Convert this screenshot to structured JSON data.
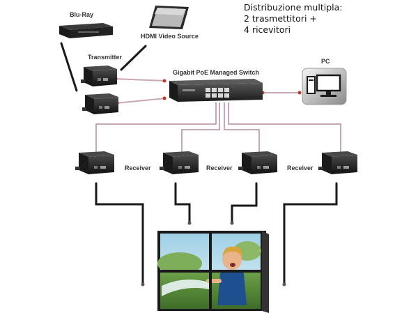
{
  "caption": {
    "line1": "Distribuzione multipla:",
    "line2": "2 trasmettitori +",
    "line3": "4 ricevitori"
  },
  "labels": {
    "bluray": "Blu-Ray",
    "hdmi_source": "HDMI Video Source",
    "transmitter": "Transmitter",
    "switch": "Gigabit PoE Managed Switch",
    "pc": "PC",
    "receiver": "Receiver"
  },
  "colors": {
    "network_line": "#c9a6b6",
    "hdmi_cable": "#1a1a1a",
    "device": "#1e1e1e",
    "switch": "#2a2a2a"
  }
}
